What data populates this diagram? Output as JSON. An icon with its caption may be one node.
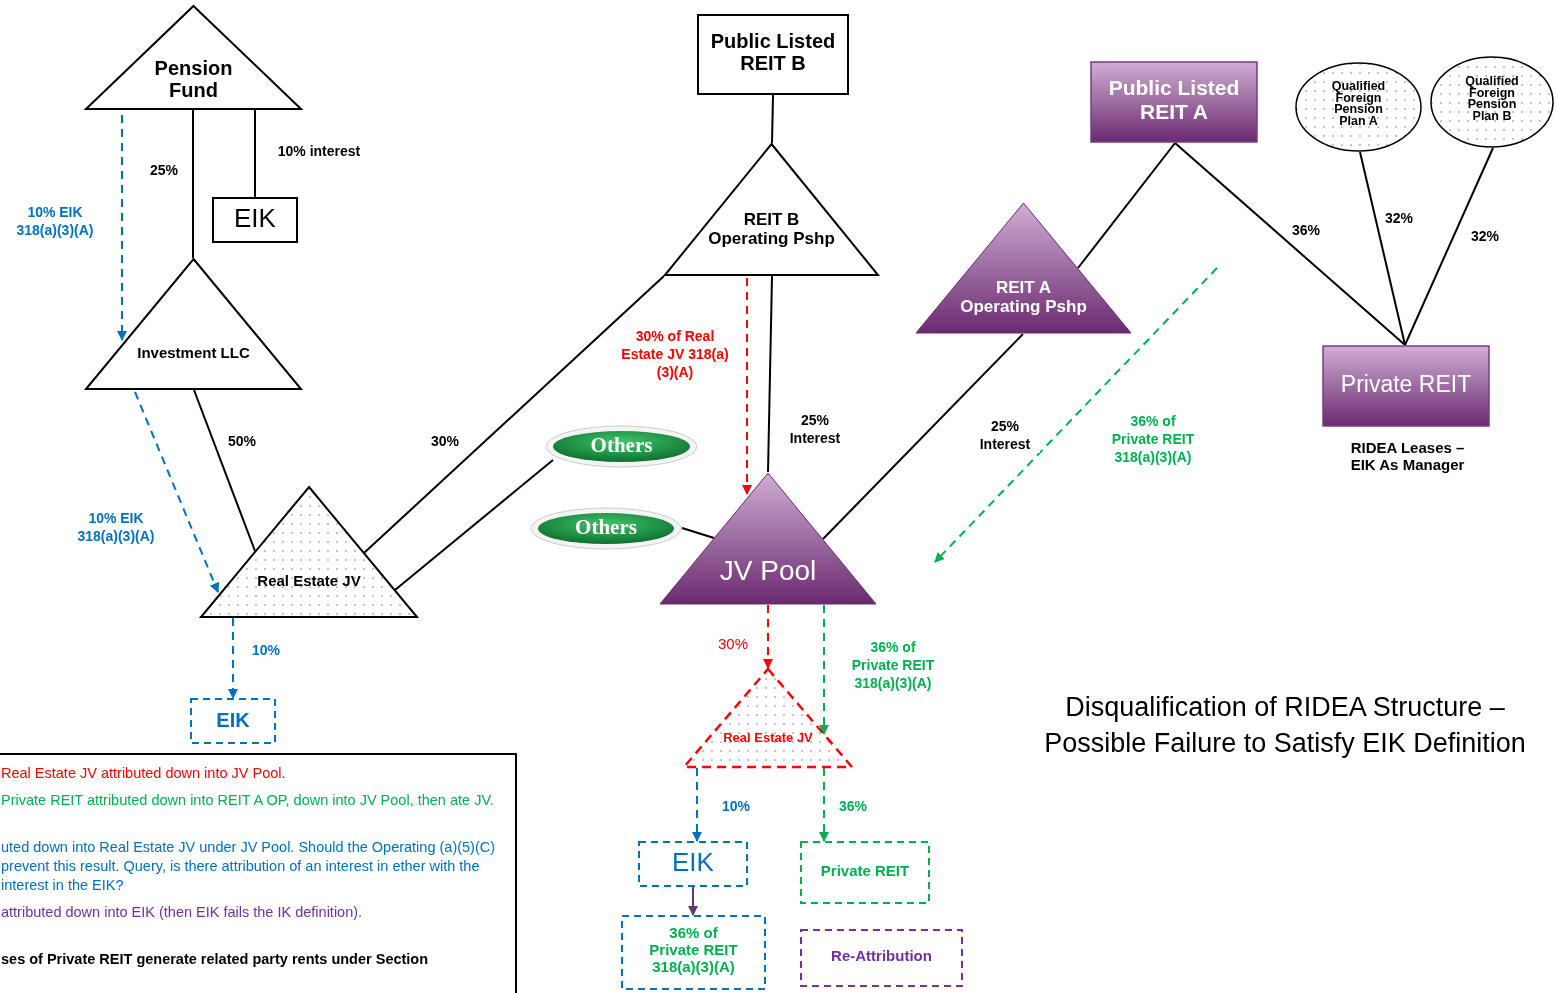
{
  "diagram": {
    "title": "Disqualification of RIDEA Structure – Possible Failure to Satisfy EIK Definition",
    "nodes": [
      {
        "text": [
          "Pension Fund"
        ]
      },
      {
        "text": [
          "Public Listed REIT B"
        ]
      },
      {
        "text": [
          "Public Listed REIT A"
        ]
      },
      {
        "text": [
          "Qualified Foreign Pension Plan A"
        ]
      },
      {
        "text": [
          "Qualified Foreign Pension Plan B"
        ]
      },
      {
        "text": [
          "EIK"
        ]
      },
      {
        "text": [
          "REIT B Operating Pshp"
        ]
      },
      {
        "text": [
          "REIT A Operating Pshp"
        ]
      },
      {
        "text": [
          "Investment LLC"
        ]
      },
      {
        "text": [
          "Private REIT"
        ],
        "beside": [
          "RIDEA Leases – EIK As Manager"
        ]
      },
      {
        "text": [
          "Others"
        ]
      },
      {
        "text": [
          "Real Estate JV"
        ]
      },
      {
        "text": [
          "Others"
        ]
      },
      {
        "text": [
          "JV Pool"
        ]
      },
      {
        "text": [
          "EIK"
        ]
      },
      {
        "text": [
          "Real Estate JV"
        ]
      },
      {
        "text": [
          "EIK"
        ]
      },
      {
        "text": [
          "Private REIT"
        ]
      },
      {
        "text": [
          "36% of Private REIT 318(a)(3)(A)"
        ]
      },
      {
        "text": [
          "Re-Attribution"
        ]
      }
    ],
    "edges": [
      {
        "from": 0,
        "to": 8,
        "arrow": "none",
        "label": "25%"
      },
      {
        "from": 0,
        "to": 5,
        "arrow": "none",
        "label": "10% interest"
      },
      {
        "from": 0,
        "to": 8,
        "arrow": "to",
        "label": "10% EIK 318(a)(3)(A)",
        "style": "dashed",
        "color": "#0070c0"
      },
      {
        "from": 8,
        "to": 11,
        "arrow": "none",
        "label": "50%"
      },
      {
        "from": 8,
        "to": 11,
        "arrow": "to",
        "label": "10% EIK 318(a)(3)(A)",
        "style": "dashed",
        "color": "#0070c0"
      },
      {
        "from": 1,
        "to": 6,
        "arrow": "none"
      },
      {
        "from": 6,
        "to": 11,
        "arrow": "none",
        "label": "30%"
      },
      {
        "from": 6,
        "to": 13,
        "arrow": "none",
        "label": "25% Interest"
      },
      {
        "from": 6,
        "to": 13,
        "arrow": "to",
        "label": "30% of Real Estate JV 318(a)(3)(A)",
        "style": "dashed",
        "color": "#ff0000"
      },
      {
        "from": 2,
        "to": 7,
        "arrow": "none"
      },
      {
        "from": 2,
        "to": 9,
        "arrow": "none",
        "label": "36%"
      },
      {
        "from": 3,
        "to": 9,
        "arrow": "none",
        "label": "32%"
      },
      {
        "from": 4,
        "to": 9,
        "arrow": "none",
        "label": "32%"
      },
      {
        "from": 7,
        "to": 13,
        "arrow": "none",
        "label": "25% Interest"
      },
      {
        "from": 10,
        "to": 11,
        "arrow": "none"
      },
      {
        "from": 12,
        "to": 13,
        "arrow": "none"
      },
      {
        "from": 11,
        "to": 14,
        "arrow": "to",
        "label": "10%",
        "style": "dashed",
        "color": "#0070c0"
      },
      {
        "from": 13,
        "to": 15,
        "arrow": "to",
        "label": "30%",
        "style": "dashed",
        "color": "#ff0000"
      },
      {
        "from": 13,
        "to": 15,
        "arrow": "to",
        "label": "36% of Private REIT 318(a)(3)(A)",
        "style": "dashed",
        "color": "#00b050"
      },
      {
        "from": 15,
        "to": 16,
        "arrow": "to",
        "label": "10%",
        "style": "dashed",
        "color": "#0070c0"
      },
      {
        "from": 15,
        "to": 17,
        "arrow": "to",
        "label": "36%",
        "style": "dashed",
        "color": "#00b050"
      },
      {
        "from": 16,
        "to": 18,
        "arrow": "to",
        "color": "#5f3a6e"
      }
    ],
    "labels": [
      "36% of Private REIT 318(a)(3)(A)",
      "Real Estate JV attributed down into JV Pool.",
      "Private REIT attributed down into REIT A OP, down into JV Pool, then ate JV.",
      "uted down into Real Estate JV under JV Pool. Should the Operating (a)(5)(C) prevent this result. Query, is there attribution of an interest in ether with the interest in the EIK?",
      "attributed down into EIK (then EIK fails the IK definition).",
      "ses of Private REIT generate related party rents under Section"
    ]
  }
}
